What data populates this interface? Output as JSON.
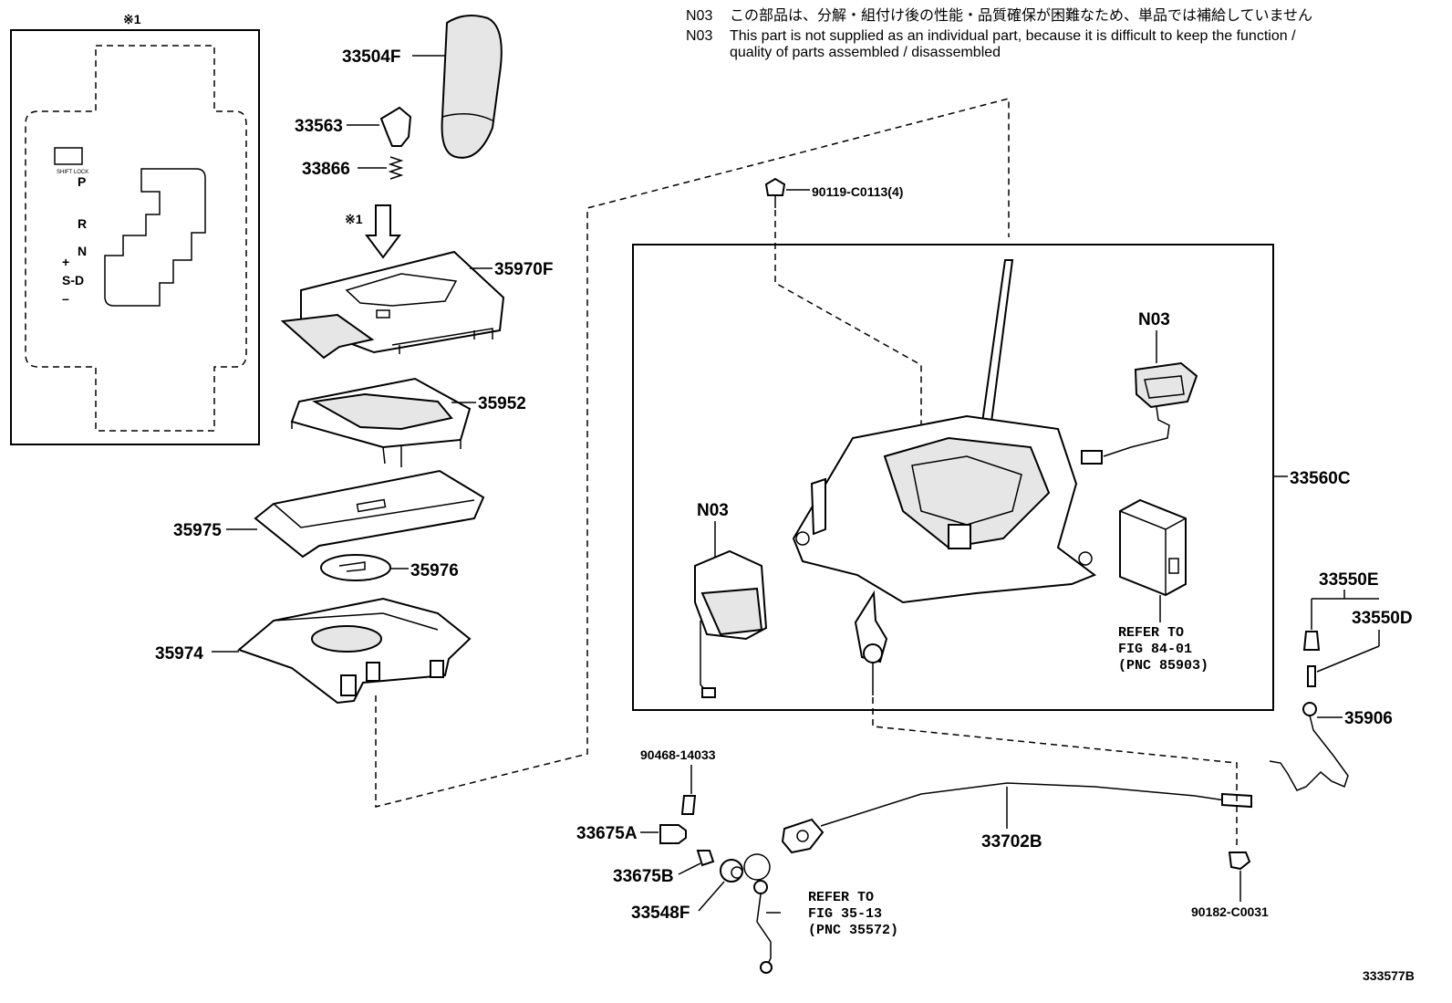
{
  "notes": {
    "code": "N03",
    "ja": "この部品は、分解・組付け後の性能・品質確保が困難なため、単品では補給していません",
    "en_line1": "This part is not supplied as an individual part, because it is difficult to keep the function /",
    "en_line2": "quality of parts  assembled / disassembled"
  },
  "inset": {
    "marker": "※1",
    "gates": [
      "P",
      "R",
      "N",
      "S-D"
    ],
    "plus": "+",
    "minus": "–",
    "shift_lock_label": "SHIFT LOCK"
  },
  "arrow_marker": "※1",
  "parts": {
    "p33504F": "33504F",
    "p33563": "33563",
    "p33866": "33866",
    "p35970F": "35970F",
    "p35952": "35952",
    "p35975": "35975",
    "p35976": "35976",
    "p35974": "35974",
    "p90119": "90119-C0113(4)",
    "n03_top": "N03",
    "n03_left": "N03",
    "p33560C": "33560C",
    "p33550E": "33550E",
    "p33550D": "33550D",
    "p35906": "35906",
    "p90468": "90468-14033",
    "p33675A": "33675A",
    "p33675B": "33675B",
    "p33548F": "33548F",
    "p33702B": "33702B",
    "p90182": "90182-C0031"
  },
  "refs": {
    "ref1": [
      "REFER TO",
      "FIG 84-01",
      "(PNC 85903)"
    ],
    "ref2": [
      "REFER TO",
      "FIG 35-13",
      "(PNC 35572)"
    ]
  },
  "figure_id": "333577B"
}
